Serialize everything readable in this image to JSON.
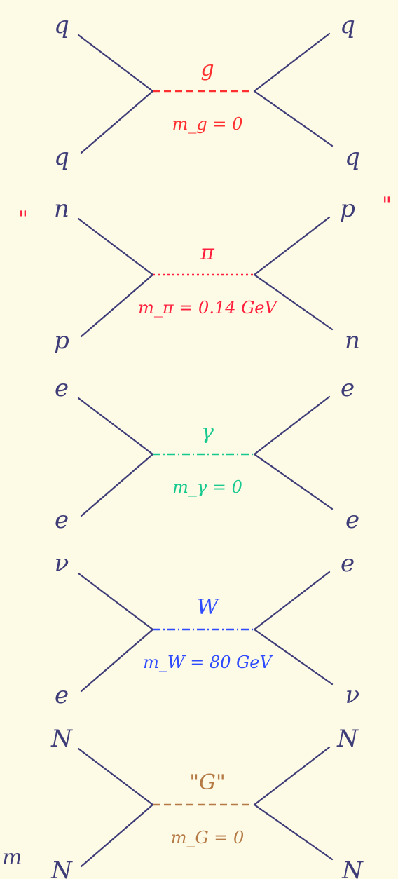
{
  "colors": {
    "ink": "#3f3d78",
    "gluon": "#ff2f2f",
    "pion": "#ff1f3c",
    "photon": "#18c98f",
    "w_boson": "#2f4bff",
    "graviton": "#b57a45"
  },
  "diagrams": [
    {
      "id": "gluon",
      "incoming": [
        "q",
        "q"
      ],
      "outgoing": [
        "q",
        "q"
      ],
      "mediator": "g",
      "mass": "m_g = 0",
      "line_style": "dashed",
      "color": "#ff2f2f",
      "quote_marks": [
        "",
        ""
      ]
    },
    {
      "id": "pion",
      "incoming": [
        "n",
        "p"
      ],
      "outgoing": [
        "p",
        "n"
      ],
      "mediator": "π",
      "mass": "m_π = 0.14 GeV",
      "line_style": "dotted",
      "color": "#ff1f3c",
      "quote_marks": [
        "\"",
        "\""
      ]
    },
    {
      "id": "photon",
      "incoming": [
        "e",
        "e"
      ],
      "outgoing": [
        "e",
        "e"
      ],
      "mediator": "γ",
      "mass": "m_γ = 0",
      "line_style": "dash-dot",
      "color": "#18c98f",
      "quote_marks": [
        "",
        ""
      ]
    },
    {
      "id": "w-boson",
      "incoming": [
        "ν",
        "e"
      ],
      "outgoing": [
        "e",
        "ν"
      ],
      "mediator": "W",
      "mass": "m_W = 80 GeV",
      "line_style": "dash-dot",
      "color": "#2f4bff",
      "quote_marks": [
        "",
        ""
      ]
    },
    {
      "id": "graviton",
      "incoming": [
        "N",
        "N"
      ],
      "outgoing": [
        "N",
        "N"
      ],
      "mediator": "\"G\"",
      "mass": "m_G = 0",
      "line_style": "dashed",
      "color": "#b57a45",
      "quote_marks": [
        "",
        ""
      ]
    }
  ],
  "edge_fragment": "m"
}
